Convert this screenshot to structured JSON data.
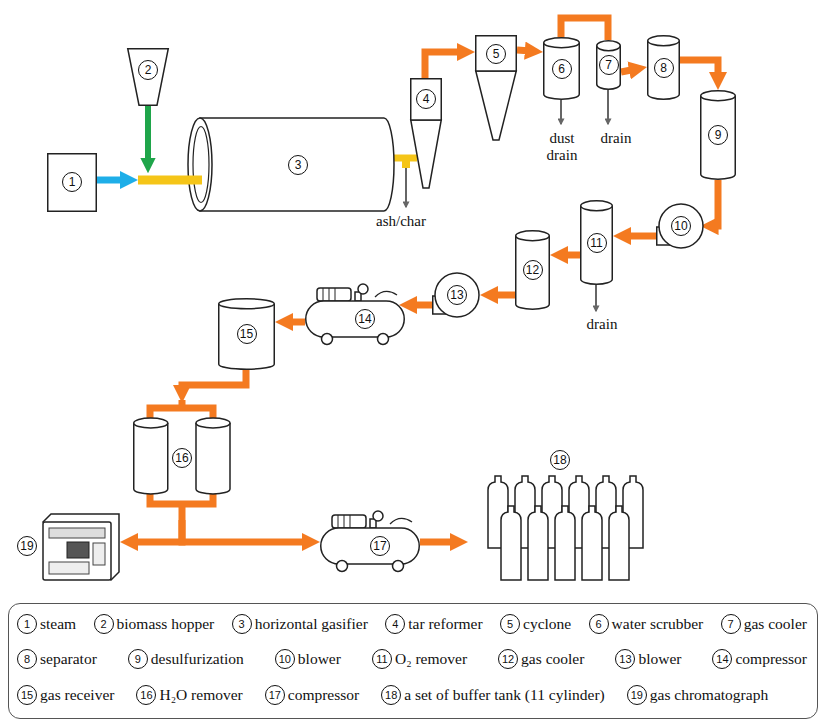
{
  "diagram": {
    "nodes": [
      {
        "text": [
          "1"
        ]
      },
      {
        "text": [
          "2"
        ]
      },
      {
        "text": [
          "3"
        ]
      },
      {
        "text": [
          "4"
        ]
      },
      {
        "text": [
          "5"
        ]
      },
      {
        "text": [
          "6"
        ]
      },
      {
        "text": [
          "7"
        ]
      },
      {
        "text": [
          "8"
        ]
      },
      {
        "text": [
          "9"
        ]
      },
      {
        "text": [
          "10"
        ]
      },
      {
        "text": [
          "11"
        ]
      },
      {
        "text": [
          "12"
        ]
      },
      {
        "text": [
          "13"
        ]
      },
      {
        "text": [
          "14"
        ]
      },
      {
        "text": [
          "15"
        ]
      },
      {
        "text": [
          "16"
        ]
      },
      {
        "text": [
          "17"
        ]
      },
      {
        "text": [
          "18"
        ]
      },
      {
        "text": [
          "19"
        ]
      }
    ],
    "edges": [
      {
        "from": 0,
        "to": 2,
        "arrow": "to"
      },
      {
        "from": 1,
        "to": 2,
        "arrow": "to"
      },
      {
        "from": 2,
        "to": 3,
        "arrow": "none"
      },
      {
        "from": 3,
        "to": 4,
        "arrow": "to"
      },
      {
        "from": 4,
        "to": 5,
        "arrow": "to"
      },
      {
        "from": 5,
        "to": 6,
        "arrow": "none"
      },
      {
        "from": 6,
        "to": 7,
        "arrow": "to"
      },
      {
        "from": 7,
        "to": 8,
        "arrow": "to"
      },
      {
        "from": 8,
        "to": 9,
        "arrow": "to"
      },
      {
        "from": 9,
        "to": 10,
        "arrow": "to"
      },
      {
        "from": 10,
        "to": 11,
        "arrow": "to"
      },
      {
        "from": 11,
        "to": 12,
        "arrow": "to"
      },
      {
        "from": 12,
        "to": 13,
        "arrow": "to"
      },
      {
        "from": 13,
        "to": 14,
        "arrow": "to"
      },
      {
        "from": 14,
        "to": 15,
        "arrow": "to"
      },
      {
        "from": 15,
        "to": 18,
        "arrow": "to"
      },
      {
        "from": 15,
        "to": 16,
        "arrow": "to"
      },
      {
        "from": 16,
        "to": 17,
        "arrow": "to"
      }
    ],
    "labels": [
      "ash/char",
      "dust drain",
      "drain",
      "drain",
      "1",
      "steam",
      "2",
      "biomass hopper",
      "3",
      "horizontal gasifier",
      "4",
      "tar reformer",
      "5",
      "cyclone",
      "6",
      "water scrubber",
      "7",
      "gas cooler",
      "8",
      "separator",
      "9",
      "desulfurization",
      "10",
      "blower",
      "11",
      "O₂ remover",
      "12",
      "gas cooler",
      "13",
      "blower",
      "14",
      "compressor",
      "15",
      "gas receiver",
      "16",
      "H₂O remover",
      "17",
      "compressor",
      "18",
      "a set of buffer tank (11 cylinder)",
      "19",
      "gas chromatograph"
    ]
  }
}
